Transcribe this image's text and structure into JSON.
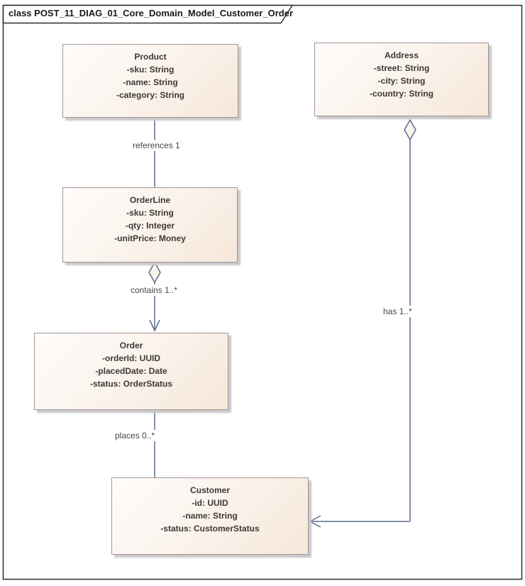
{
  "diagram": {
    "frame_label": "class POST_11_DIAG_01_Core_Domain_Model_Customer_Order"
  },
  "classes": [
    {
      "name": "Product",
      "attributes": [
        "-sku: String",
        "-name: String",
        "-category: String"
      ]
    },
    {
      "name": "Address",
      "attributes": [
        "-street: String",
        "-city: String",
        "-country: String"
      ]
    },
    {
      "name": "OrderLine",
      "attributes": [
        "-sku: String",
        "-qty: Integer",
        "-unitPrice: Money"
      ]
    },
    {
      "name": "Order",
      "attributes": [
        "-orderId: UUID",
        "-placedDate: Date",
        "-status: OrderStatus"
      ]
    },
    {
      "name": "Customer",
      "attributes": [
        "-id: UUID",
        "-name: String",
        "-status: CustomerStatus"
      ]
    }
  ],
  "relationships": [
    {
      "label": "references 1",
      "from": "Product",
      "to": "OrderLine",
      "type": "association"
    },
    {
      "label": "contains 1..*",
      "from": "OrderLine",
      "to": "Order",
      "type": "aggregation",
      "diamond_end": "OrderLine",
      "arrow_end": "Order"
    },
    {
      "label": "places 0..*",
      "from": "Order",
      "to": "Customer",
      "type": "association"
    },
    {
      "label": "has 1..*",
      "from": "Address",
      "to": "Customer",
      "type": "aggregation",
      "diamond_end": "Address",
      "arrow_end": "Customer"
    }
  ],
  "colors": {
    "box_fill_start": "#fefcfa",
    "box_fill_end": "#f6e7d9",
    "box_border": "#a59595",
    "box_shadow": "#c9c9c9",
    "box_text": "#3e3834",
    "connector": "#5e6c92",
    "diamond_fill": "#fbf2e9",
    "label_text": "#4a4643",
    "frame_border": "#2e2e2e"
  }
}
